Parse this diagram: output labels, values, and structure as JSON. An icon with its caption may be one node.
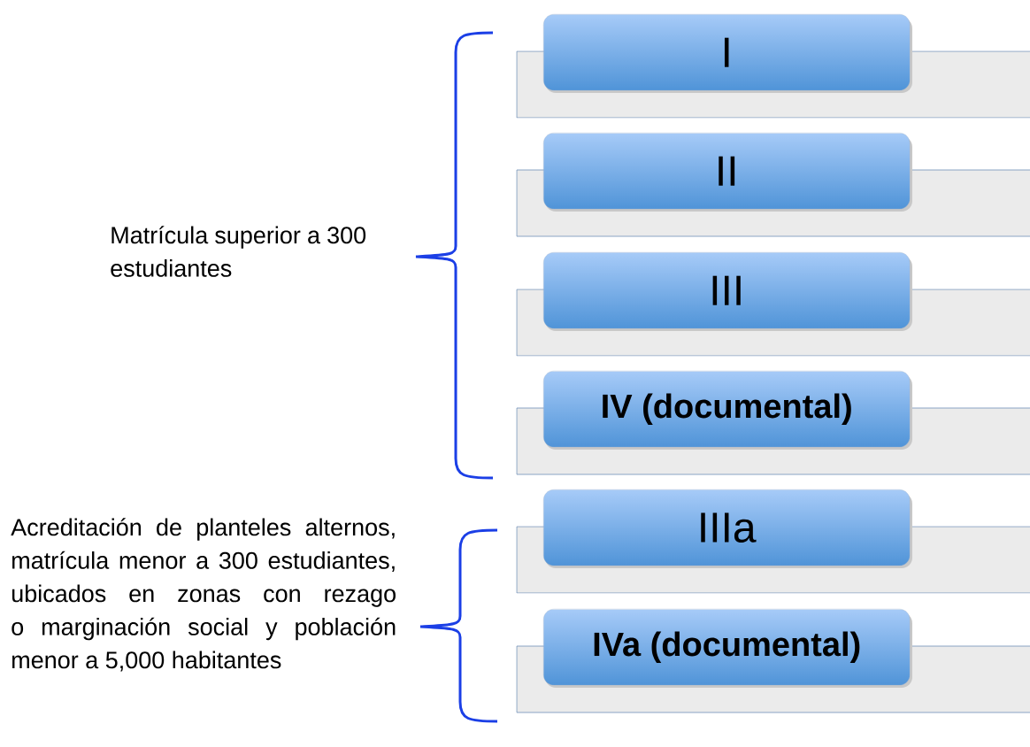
{
  "diagram": {
    "nodes": [
      {
        "text": [
          "I"
        ]
      },
      {
        "text": [
          "II"
        ]
      },
      {
        "text": [
          "III"
        ]
      },
      {
        "text": [
          "IV (documental)"
        ]
      },
      {
        "text": [
          "IIIa"
        ]
      },
      {
        "text": [
          "IVa (documental)"
        ]
      }
    ],
    "labels": [
      "Matrícula superior a 300 estudiantes",
      "Acreditación de planteles alternos, matrícula menor a 300 estudiantes, ubicados en zonas con rezago o marginación social y población menor a 5,000 habitantes"
    ]
  }
}
